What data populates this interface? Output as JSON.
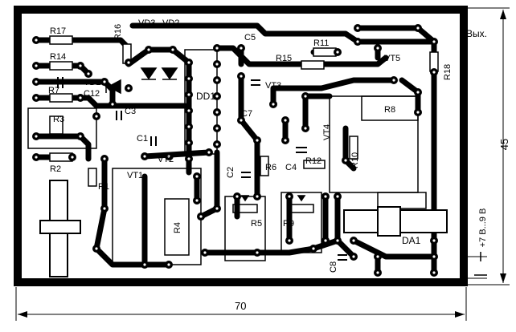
{
  "components": {
    "R17": "R17",
    "R16": "R16",
    "VD3": "VD3",
    "VD2": "VD2",
    "C5": "C5",
    "R11": "R11",
    "R15": "R15",
    "VT5": "VT5",
    "R18": "R18",
    "R14": "R14",
    "VD1": "VD1",
    "C12": "C12",
    "DD1": "DD1",
    "VT3": "VT3",
    "R7": "R7",
    "C3": "C3",
    "C7": "C7",
    "R8": "R8",
    "R3": "R3",
    "C1": "C1",
    "VT4": "VT4",
    "R10": "R10",
    "R2": "R2",
    "VT1": "VT1",
    "VT2": "VT2",
    "C2": "C2",
    "R6": "R6",
    "C4": "C4",
    "R12": "R12",
    "R1": "R1",
    "R4": "R4",
    "R5": "R5",
    "R9": "R9",
    "DA1": "DA1",
    "C8": "C8"
  },
  "labels": {
    "output": "Вых.",
    "supply": "+7 В...9 В"
  },
  "dimensions": {
    "width_mm": "70",
    "height_mm": "45"
  }
}
